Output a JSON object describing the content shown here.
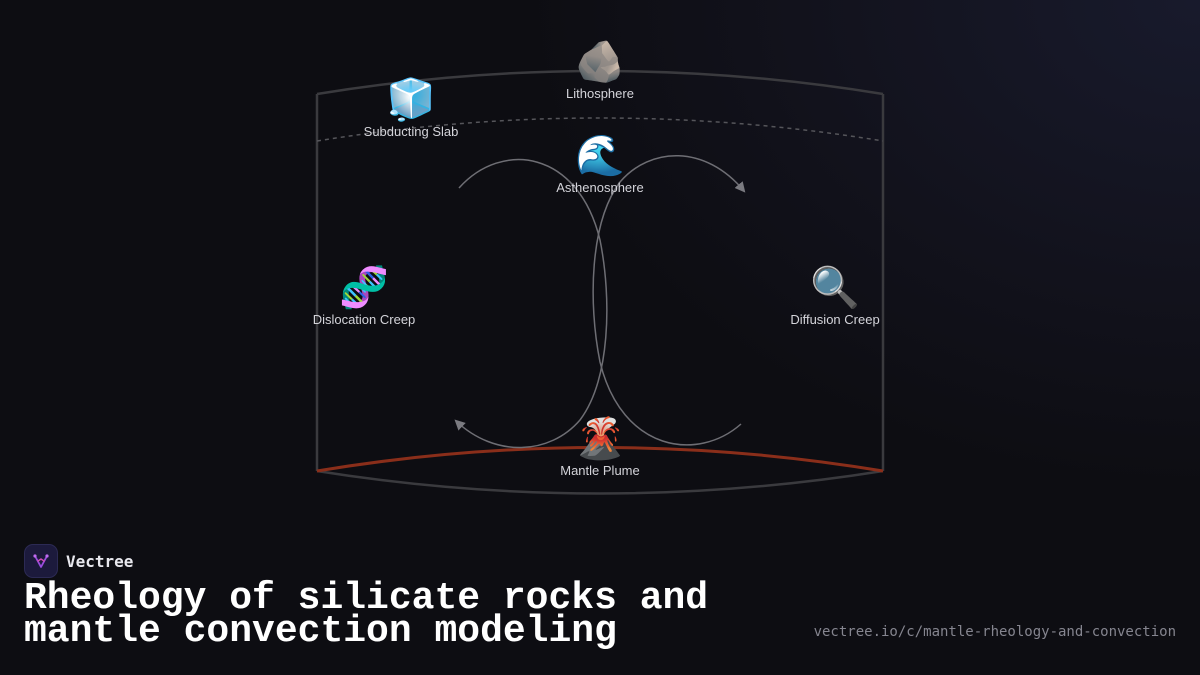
{
  "diagram": {
    "nodes": {
      "lithosphere": {
        "label": "Lithosphere",
        "icon": "rock-icon",
        "glyph": "🪨"
      },
      "subducting_slab": {
        "label": "Subducting Slab",
        "icon": "ice-cube-icon",
        "glyph": "🧊"
      },
      "asthenosphere": {
        "label": "Asthenosphere",
        "icon": "water-wave-icon",
        "glyph": "🌊"
      },
      "dislocation_creep": {
        "label": "Dislocation Creep",
        "icon": "dna-icon",
        "glyph": "🧬"
      },
      "diffusion_creep": {
        "label": "Diffusion Creep",
        "icon": "magnifying-glass-icon",
        "glyph": "🔍"
      },
      "mantle_plume": {
        "label": "Mantle Plume",
        "icon": "volcano-icon",
        "glyph": "🌋"
      }
    },
    "colors": {
      "frame": "#3a3a3e",
      "core_boundary": "#8a2e1a",
      "convection_arrows": "#7a7a80",
      "asthenosphere_boundary": "#55555a"
    }
  },
  "footer": {
    "brand_name": "Vectree",
    "brand_icon": "vectree-logo-icon",
    "title": "Rheology of silicate rocks and mantle convection modeling",
    "url": "vectree.io/c/mantle-rheology-and-convection"
  }
}
